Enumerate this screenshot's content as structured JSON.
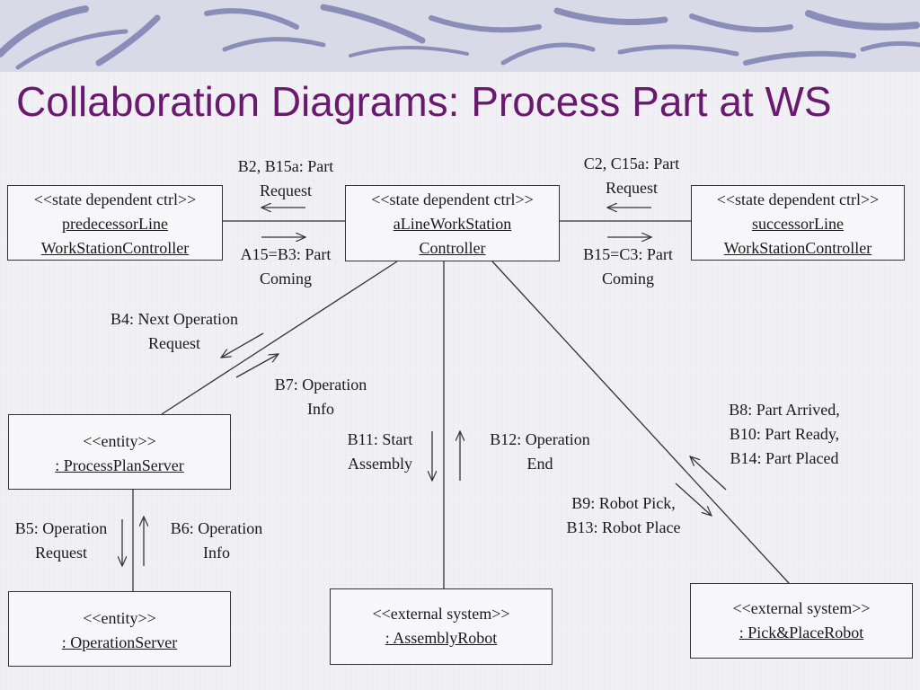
{
  "title": "Collaboration Diagrams: Process Part at WS",
  "objects": {
    "predecessor": {
      "stereotype": "<<state dependent ctrl>>",
      "name_line1": "predecessorLine",
      "name_line2": "WorkStationController"
    },
    "central": {
      "stereotype": "<<state dependent ctrl>>",
      "name_line1": "aLineWorkStation",
      "name_line2": "Controller"
    },
    "successor": {
      "stereotype": "<<state dependent ctrl>>",
      "name_line1": "successorLine",
      "name_line2": "WorkStationController"
    },
    "process_plan_server": {
      "stereotype": "<<entity>>",
      "name": ": ProcessPlanServer"
    },
    "operation_server": {
      "stereotype": "<<entity>>",
      "name": ": OperationServer"
    },
    "assembly_robot": {
      "stereotype": "<<external system>>",
      "name": ": AssemblyRobot"
    },
    "pick_place_robot": {
      "stereotype": "<<external system>>",
      "name": ": Pick&PlaceRobot"
    }
  },
  "messages": {
    "b2": "B2, B15a: Part\nRequest",
    "a15": "A15=B3: Part\nComing",
    "c2": "C2, C15a: Part\nRequest",
    "b15": "B15=C3: Part\nComing",
    "b4": "B4: Next Operation\nRequest",
    "b7": "B7: Operation\nInfo",
    "b5": "B5: Operation\nRequest",
    "b6": "B6: Operation\nInfo",
    "b11": "B11: Start\nAssembly",
    "b12": "B12: Operation\nEnd",
    "b8": "B8: Part Arrived,\nB10: Part Ready,\nB14: Part Placed",
    "b9": "B9: Robot Pick,\nB13: Robot Place"
  }
}
